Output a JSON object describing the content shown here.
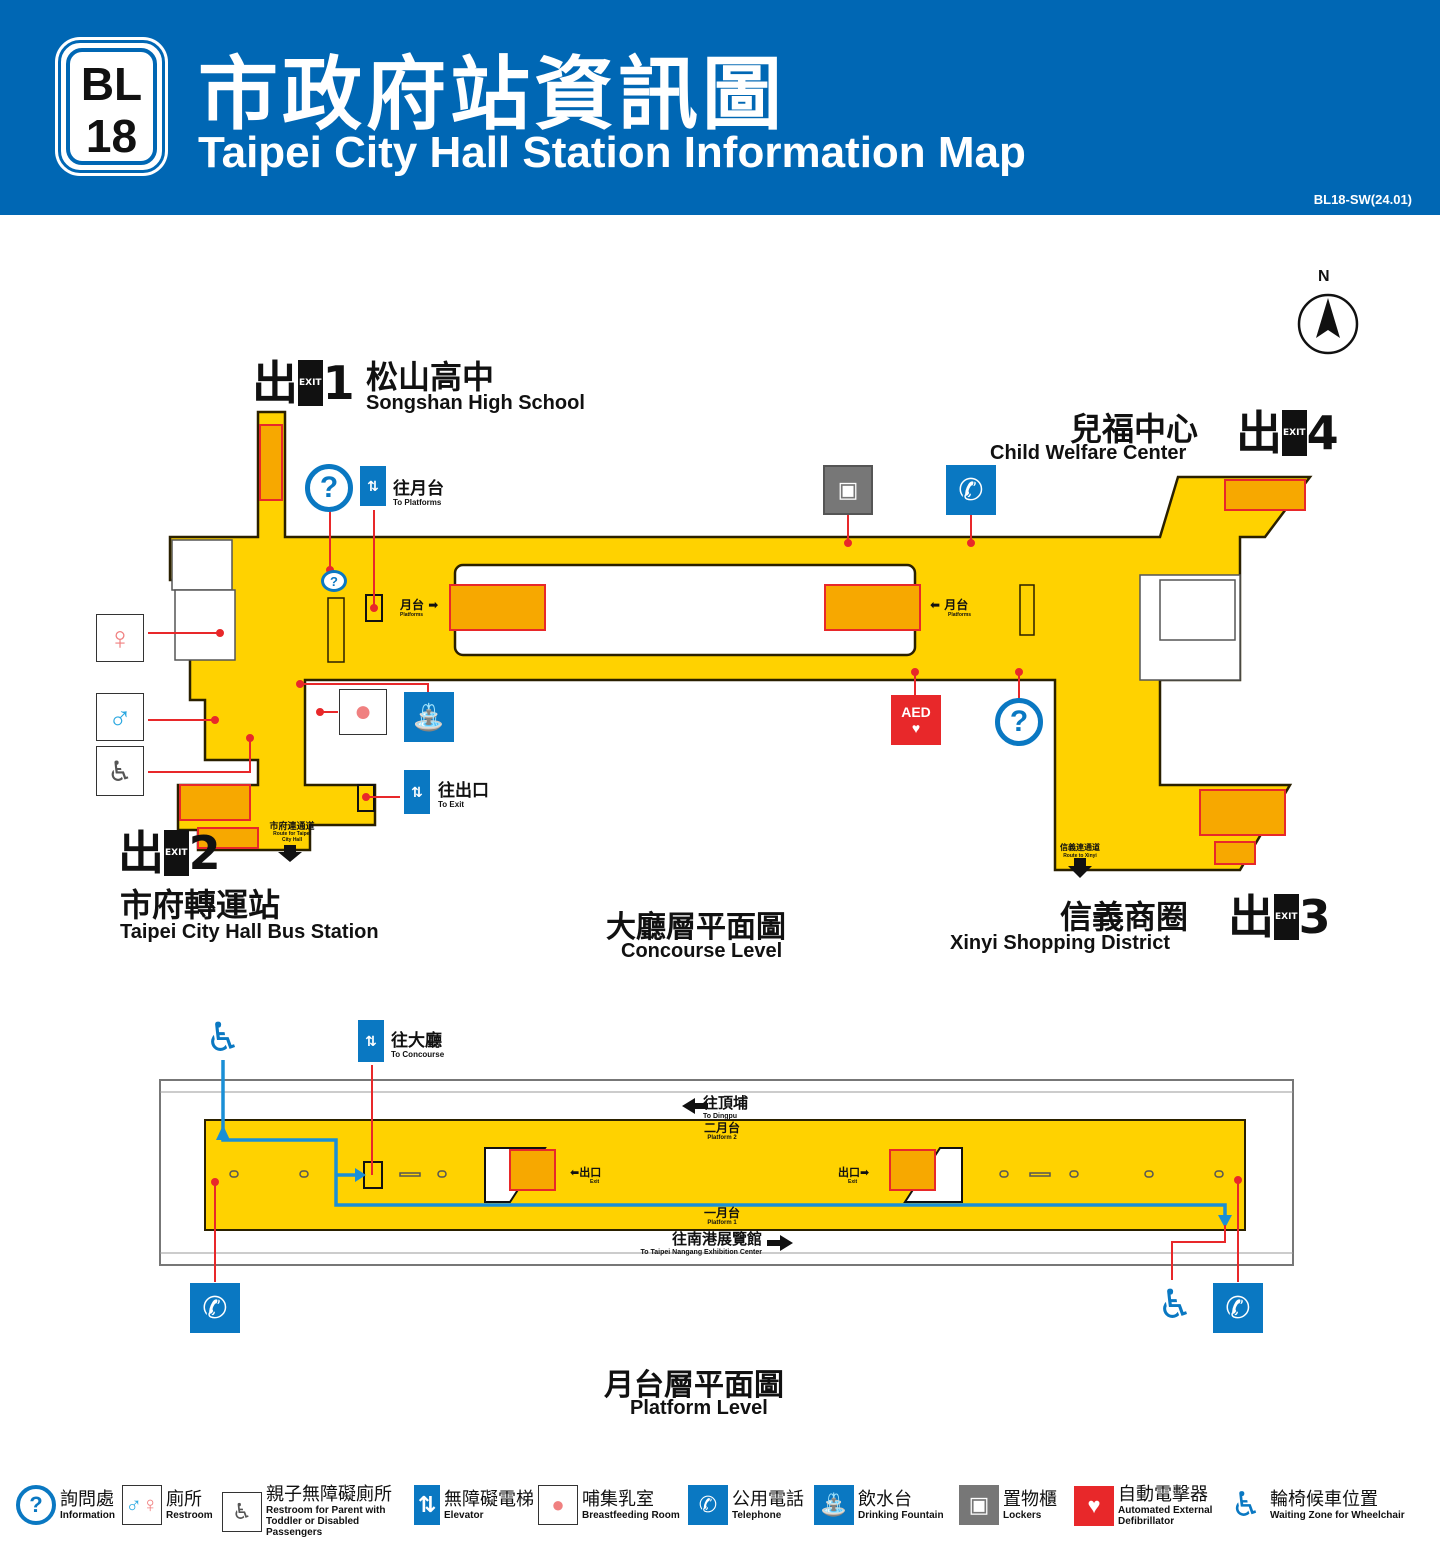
{
  "header": {
    "badge_line": "BL",
    "badge_num": "18",
    "title_zh": "市政府站資訊圖",
    "title_en": "Taipei City Hall Station Information Map",
    "code": "BL18-SW(24.01)"
  },
  "compass": {
    "label": "N"
  },
  "colors": {
    "header": "#0067b4",
    "floor": "#ffd200",
    "escalator": "#e8282a",
    "icon_blue": "#0a78c2",
    "icon_red": "#e8282a",
    "route": "#1a8fd6"
  },
  "exits": [
    {
      "num": "1",
      "tag": "EXIT",
      "zh": "松山高中",
      "en": "Songshan High School"
    },
    {
      "num": "2",
      "tag": "EXIT",
      "zh": "市府轉運站",
      "en": "Taipei City Hall Bus Station"
    },
    {
      "num": "3",
      "tag": "EXIT",
      "zh": "信義商圈",
      "en": "Xinyi Shopping District"
    },
    {
      "num": "4",
      "tag": "EXIT",
      "zh": "兒福中心",
      "en": "Child Welfare Center"
    }
  ],
  "concourse": {
    "title_zh": "大廳層平面圖",
    "title_en": "Concourse Level",
    "elevator_up": {
      "zh": "往月台",
      "en": "To Platforms"
    },
    "elevator_exit": {
      "zh": "往出口",
      "en": "To Exit"
    },
    "platform_left": {
      "zh": "月台",
      "en": "Platforms"
    },
    "platform_right": {
      "zh": "月台",
      "en": "Platforms"
    },
    "passage_left": {
      "zh": "市府連通道",
      "en": "Route for Taipei City Hall"
    },
    "passage_right": {
      "zh": "信義連通道",
      "en": "Route to Xinyi"
    },
    "aed": "AED"
  },
  "platform": {
    "title_zh": "月台層平面圖",
    "title_en": "Platform Level",
    "elevator": {
      "zh": "往大廳",
      "en": "To Concourse"
    },
    "dir_top": {
      "zh": "往頂埔",
      "en": "To Dingpu"
    },
    "dir_bottom": {
      "zh": "往南港展覽館",
      "en": "To Taipei Nangang Exhibition Center"
    },
    "p2": {
      "zh": "二月台",
      "en": "Platform 2"
    },
    "p1": {
      "zh": "一月台",
      "en": "Platform 1"
    },
    "exit_left": {
      "zh": "出口",
      "en": "Exit"
    },
    "exit_right": {
      "zh": "出口",
      "en": "Exit"
    }
  },
  "legend": [
    {
      "icon": "information-icon",
      "zh": "詢問處",
      "en": "Information"
    },
    {
      "icon": "restroom-icon",
      "zh": "廁所",
      "en": "Restroom"
    },
    {
      "icon": "family-restroom-icon",
      "zh": "親子無障礙廁所",
      "en": "Restroom for Parent with Toddler or Disabled Passengers"
    },
    {
      "icon": "elevator-icon",
      "zh": "無障礙電梯",
      "en": "Elevator"
    },
    {
      "icon": "breastfeeding-icon",
      "zh": "哺集乳室",
      "en": "Breastfeeding Room"
    },
    {
      "icon": "telephone-icon",
      "zh": "公用電話",
      "en": "Telephone"
    },
    {
      "icon": "drinking-fountain-icon",
      "zh": "飲水台",
      "en": "Drinking Fountain"
    },
    {
      "icon": "lockers-icon",
      "zh": "置物櫃",
      "en": "Lockers"
    },
    {
      "icon": "aed-icon",
      "zh": "自動電擊器",
      "en": "Automated External Defibrillator"
    },
    {
      "icon": "wheelchair-icon",
      "zh": "輪椅候車位置",
      "en": "Waiting Zone for Wheelchair"
    }
  ]
}
